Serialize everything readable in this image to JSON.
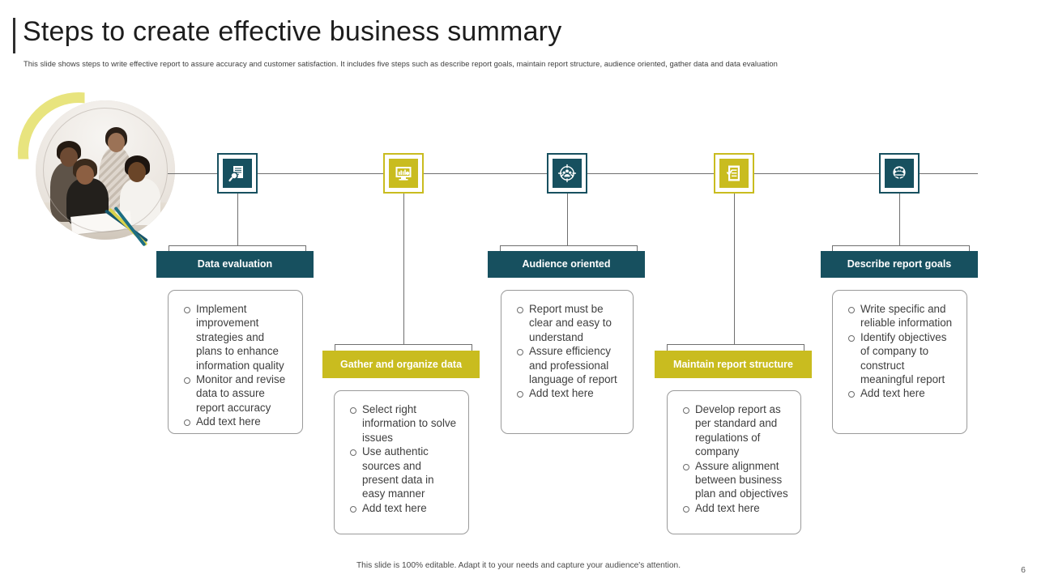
{
  "slide": {
    "title": "Steps to create effective business summary",
    "subtitle": "This slide shows steps to write effective report to assure accuracy and customer satisfaction. It includes five steps such as describe report goals, maintain  report structure, audience oriented, gather data and data evaluation",
    "footer_note": "This slide is 100% editable.  Adapt it to your needs and capture your audience's attention.",
    "page_number": "6"
  },
  "theme": {
    "teal": "#17505f",
    "yellow": "#c9bc1f",
    "line": "#6f6f6f",
    "text": "#3e3e3e",
    "accent_arc": "#e8e47e"
  },
  "photo": {
    "caption": "team of women collaborating around a table"
  },
  "steps": [
    {
      "id": "data-evaluation",
      "title": "Data evaluation",
      "color": "teal",
      "icon": "document-magnifier-icon",
      "bullets": [
        "Implement improvement strategies and plans to enhance information quality",
        "Monitor and revise data to assure report accuracy",
        "Add text here"
      ]
    },
    {
      "id": "gather-and-organize-data",
      "title": "Gather and organize data",
      "color": "yellow",
      "icon": "monitor-chart-icon",
      "bullets": [
        "Select right information to solve issues",
        "Use authentic sources and present data in easy manner",
        "Add text here"
      ]
    },
    {
      "id": "audience-oriented",
      "title": "Audience oriented",
      "color": "teal",
      "icon": "audience-target-icon",
      "bullets": [
        "Report must be clear and easy to understand",
        "Assure efficiency and professional language of report",
        "Add text here"
      ]
    },
    {
      "id": "maintain-report-structure",
      "title": "Maintain report structure",
      "color": "yellow",
      "icon": "checklist-icon",
      "bullets": [
        "Develop report as per standard and regulations of company",
        "Assure alignment between business plan and objectives",
        "Add text here"
      ]
    },
    {
      "id": "describe-report-goals",
      "title": "Describe report goals",
      "color": "teal",
      "icon": "goal-target-people-icon",
      "bullets": [
        "Write specific and reliable information",
        "Identify objectives of company to construct meaningful report",
        "Add text here"
      ]
    }
  ]
}
